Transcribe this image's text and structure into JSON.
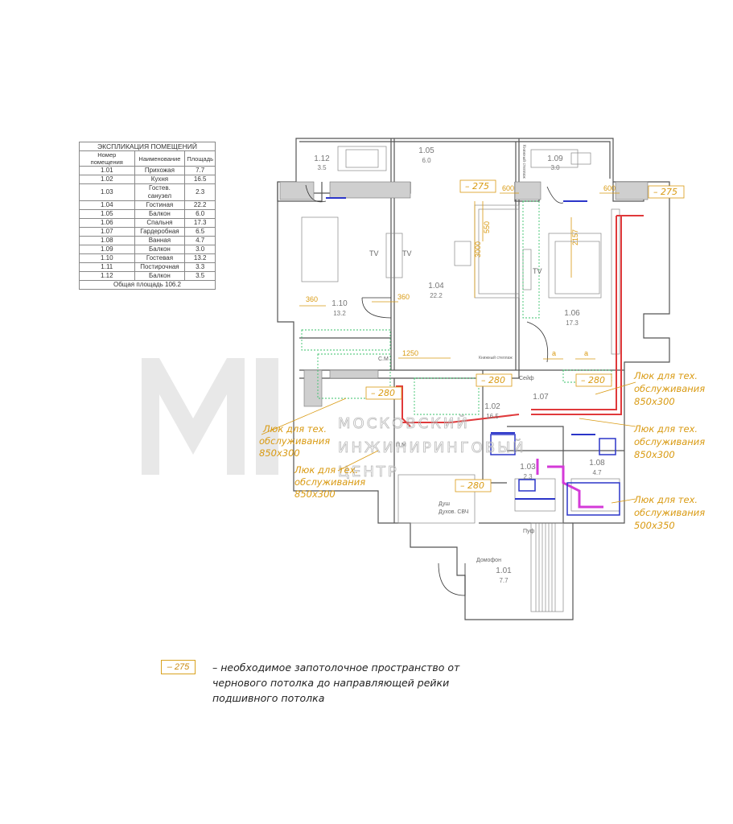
{
  "explication": {
    "title": "ЭКСПЛИКАЦИЯ ПОМЕЩЕНИЙ",
    "col_num": "Номер помещения",
    "col_name": "Наименование",
    "col_area": "Площадь",
    "rows": [
      {
        "num": "1.01",
        "name": "Прихожая",
        "area": "7.7"
      },
      {
        "num": "1.02",
        "name": "Кухня",
        "area": "16.5"
      },
      {
        "num": "1.03",
        "name": "Гостев. санузел",
        "area": "2.3"
      },
      {
        "num": "1.04",
        "name": "Гостиная",
        "area": "22.2"
      },
      {
        "num": "1.05",
        "name": "Балкон",
        "area": "6.0"
      },
      {
        "num": "1.06",
        "name": "Спальня",
        "area": "17.3"
      },
      {
        "num": "1.07",
        "name": "Гардеробная",
        "area": "6.5"
      },
      {
        "num": "1.08",
        "name": "Ванная",
        "area": "4.7"
      },
      {
        "num": "1.09",
        "name": "Балкон",
        "area": "3.0"
      },
      {
        "num": "1.10",
        "name": "Гостевая",
        "area": "13.2"
      },
      {
        "num": "1.11",
        "name": "Постирочная",
        "area": "3.3"
      },
      {
        "num": "1.12",
        "name": "Балкон",
        "area": "3.5"
      }
    ],
    "total": "Общая площадь 106.2"
  },
  "rooms": [
    {
      "id": "1.12",
      "area": "3.5"
    },
    {
      "id": "1.05",
      "area": "6.0"
    },
    {
      "id": "1.09",
      "area": "3.0"
    },
    {
      "id": "1.04",
      "area": "22.2"
    },
    {
      "id": "1.10",
      "area": "13.2"
    },
    {
      "id": "1.06",
      "area": "17.3"
    },
    {
      "id": "1.02",
      "area": "16.5"
    },
    {
      "id": "1.07",
      "area": ""
    },
    {
      "id": "1.08",
      "area": "4.7"
    },
    {
      "id": "1.03",
      "area": "2.3"
    },
    {
      "id": "1.01",
      "area": "7.7"
    }
  ],
  "level_tags": [
    "– 275",
    "– 275",
    "– 280",
    "– 280",
    "– 280",
    "– 280"
  ],
  "dimensions": [
    "600",
    "600",
    "550",
    "3000",
    "2157",
    "360",
    "360",
    "1250",
    "а",
    "а"
  ],
  "hatches": [
    "Люк для тех. обслуживания 850х300",
    "Люк для тех. обслуживания 850х300",
    "Люк для тех. обслуживания 850х300",
    "Люк для тех. обслуживания 850х300",
    "Люк для тех. обслуживания 500х350"
  ],
  "small_labels": {
    "tv1": "TV",
    "tv2": "TV",
    "tv3": "TV",
    "rack1": "Книжный стеллаж",
    "rack2": "Книжный стеллаж",
    "safe": "Сейф",
    "cm": "С.М",
    "pm": "П.М",
    "shower": "Душ",
    "oven": "Духов. СВЧ",
    "pump": "Пуф",
    "intercom": "Домофон"
  },
  "watermark": {
    "line1": "МОСКОВСКИЙ",
    "line2": "ИНЖИНИРИНГОВЫЙ",
    "line3": "ЦЕНТР"
  },
  "legend": {
    "tag": "– 275",
    "text": "– необходимое запотолочное пространство от чернового потолка до направляющей рейки подшивного потолка"
  },
  "colors": {
    "accent": "#d99a12",
    "duct_red": "#e0393b",
    "green": "#39c26a",
    "blue": "#2b35c9",
    "magenta": "#d43ad8"
  }
}
